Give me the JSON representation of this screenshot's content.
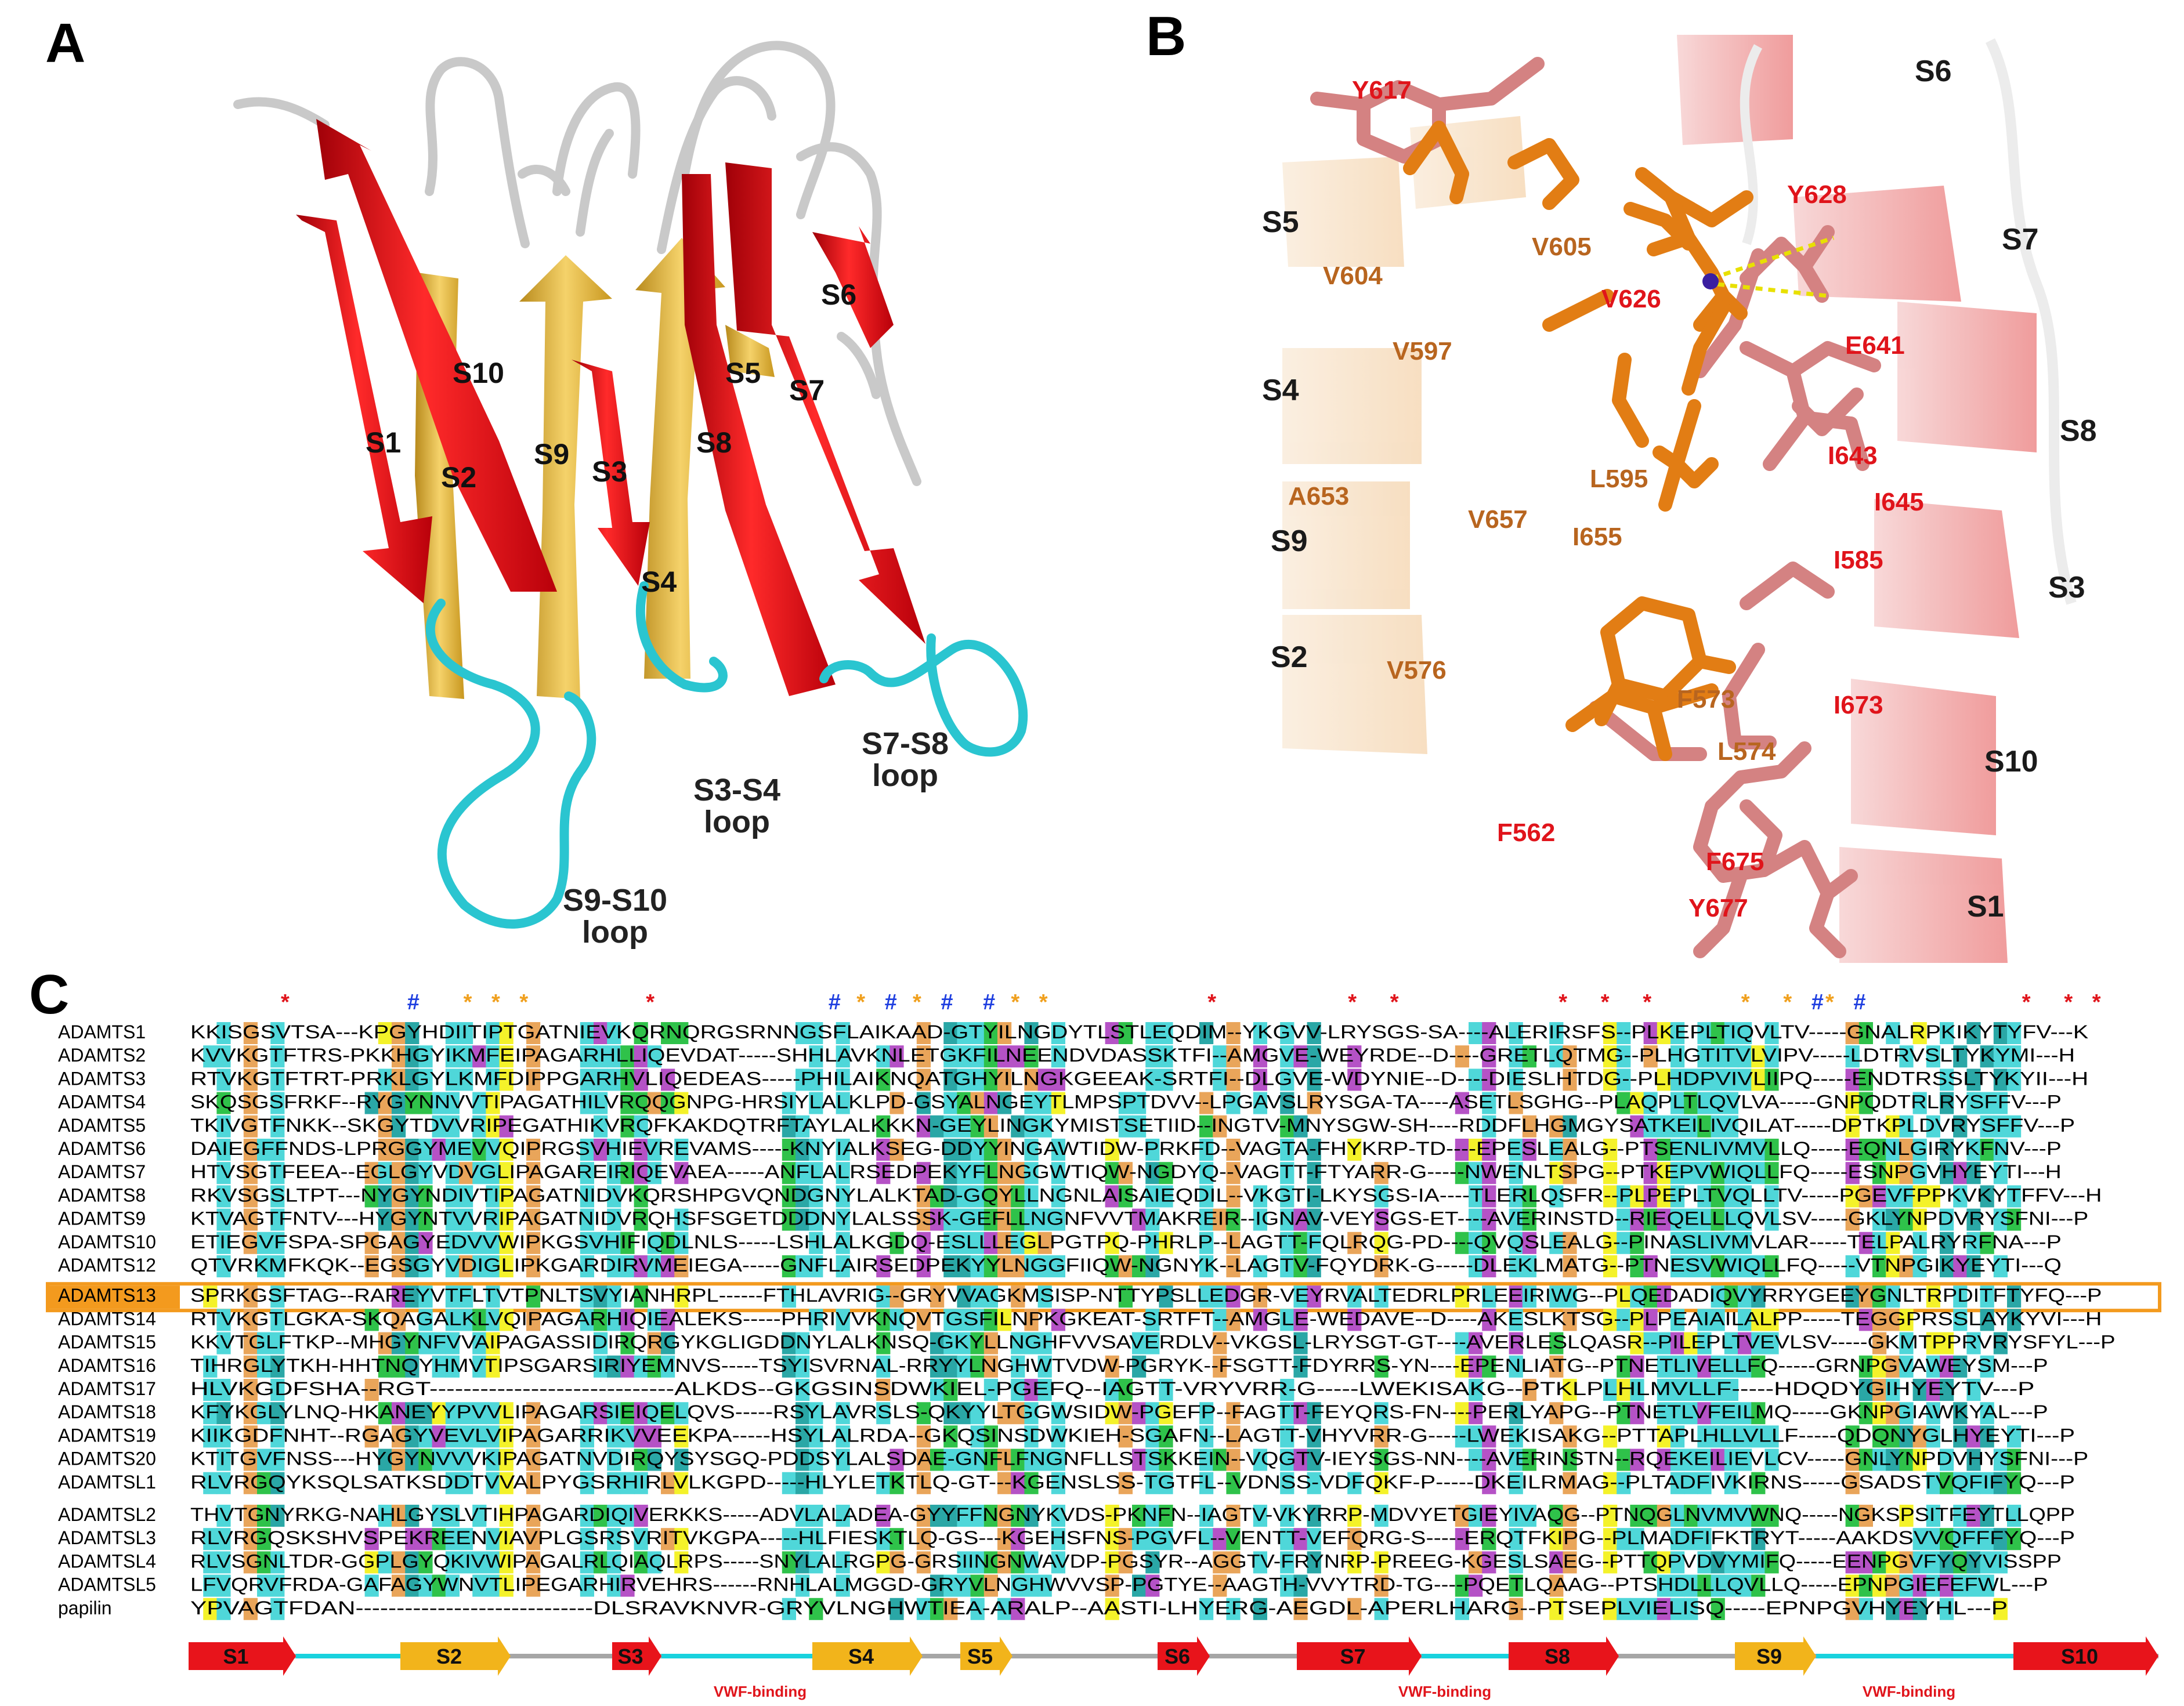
{
  "figure": {
    "panel_letters": [
      "A",
      "B",
      "C"
    ]
  },
  "panelA": {
    "strand_labels": [
      "S1",
      "S2",
      "S3",
      "S4",
      "S5",
      "S6",
      "S7",
      "S8",
      "S9",
      "S10"
    ],
    "loop_labels": [
      {
        "line1": "S3-S4",
        "line2": "loop"
      },
      {
        "line1": "S7-S8",
        "line2": "loop"
      },
      {
        "line1": "S9-S10",
        "line2": "loop"
      }
    ],
    "colors": {
      "strand_red": "#e8141b",
      "strand_yellow": "#e8b93a",
      "coil_gray": "#c8c8c8",
      "loop_cyan": "#29c8d4"
    }
  },
  "panelB": {
    "strand_labels": [
      "S6",
      "S5",
      "S7",
      "S4",
      "S8",
      "S9",
      "S3",
      "S2",
      "S10",
      "S1"
    ],
    "red_residues": [
      "Y617",
      "Y628",
      "V626",
      "E641",
      "I643",
      "I645",
      "I585",
      "I673",
      "F562",
      "F675",
      "Y677"
    ],
    "orange_residues": [
      "V605",
      "V604",
      "V597",
      "L595",
      "A653",
      "V657",
      "I655",
      "V576",
      "F573",
      "L574"
    ],
    "colors": {
      "red_label": "#e0141b",
      "orange_label": "#b8651f",
      "orange_stick": "#e27d14",
      "pink_stick": "#d98080",
      "hbond": "#e8e000"
    }
  },
  "panelC": {
    "sequences": [
      {
        "name": "ADAMTS1",
        "seq": "KKISGSVTSA---KPGYHDIITIPTGATNIEVKQRNQRGSRNNGSFLAIKAAD-GTYILNGDYTLSTLEQDIM--YKGVV-LRYSGS-SA----ALERIRSFS--PLKEPLTIQVLTV-----GNALRPKIKYTYFV---K"
      },
      {
        "name": "ADAMTS2",
        "seq": "KVVKGTFTRS-PKKHGYIKMFEIPAGARHLLIQEVDAT-----SHHLAVKNLETGKFILNEENDVDASSKTFI--AMGVE-WEYRDE--D----GRETLQTMG--PLHGTITVLVIPV-----LDTRVSLTYKYMI---H"
      },
      {
        "name": "ADAMTS3",
        "seq": "RTVKGTFTRT-PRKLGYLKMFDIPPGARHVLIQEDEAS-----PHILAIKNQATGHYILNGKGEEAK-SRTFI--DLGVE-WDYNIE--D----DIESLHTDG--PLHDPVIVLIIPQ-----ENDTRSSLTYKYII---H"
      },
      {
        "name": "ADAMTS4",
        "seq": "SKQSGSFRKF--RYGYNNVVTIPAGATHILVRQQGNPG-HRSIYLALKLPD-GSYALNGEYTLMPSPTDVV--LPGAVSLRYSGA-TA----ASETLSGHG--PLAQPLTLQVLVA-----GNPQDTRLRYSFFV---P"
      },
      {
        "name": "ADAMTS5",
        "seq": "TKIVGTFNKK--SKGYTDVVRIPEGATHIKVRQFKAKDQTRFTAYLALKKKN-GEYLINGKYMISTSETIID--INGTV-MNYSGW-SH----RDDFLHGMGYSATKEILIVQILAT-----DPTKPLDVRYSFFV---P"
      },
      {
        "name": "ADAMTS6",
        "seq": "DAIEGFFNDS-LPRGGYMEVVQIPRGSVHIEVREVAMS-----KNYIALKSEG-DDYYINGAWTIDW-PRKFD--VAGTA-FHYKRP-TD----EPESLEALG--PTSENLIVMVLLQ-----EQNLGIRYKFNV---P"
      },
      {
        "name": "ADAMTS7",
        "seq": "HTVSGTFEEA--EGLGYVDVGLIPAGAREIRIQEVAEA-----ANFLALRSEDPEKYFLNGGWTIQW-NGDYQ--VAGTT-FTYARR-G-----NWENLTSPG--PTKEPVWIQLLFQ-----ESNPGVHYEYTI---H"
      },
      {
        "name": "ADAMTS8",
        "seq": "RKVSGSLTPT---NYGYNDIVTIPAGATNIDVKQRSHPGVQNDGNYLALKTAD-GQYLLNGNLAISAIEQDIL--VKGTI-LKYSGS-IA----TLERLQSFR--PLPEPLTVQLLTV-----PGEVFPPKVKYTFFV---H"
      },
      {
        "name": "ADAMTS9",
        "seq": "KTVAGTFNTV---HYGYNTVVRIPAGATNIDVRQHSFSGETDDDNYLALSSSK-GEFLLNGNFVVTMAKREIR--IGNAV-VEYSGS-ET----AVERINSTD--RIEQELLLQVLSV-----GKLYNPDVRYSFNI---P"
      },
      {
        "name": "ADAMTS10",
        "seq": "ETIEGVFSPA-SPGAGYEDVVWIPKGSVHIFIQDLNLS-----LSHLALKGDQ-ESLLLEGLPGTPQ-PHRLP--LAGTT-FQLRQG-PD----QVQSLEALG--PINASLIVMVLAR-----TELPALRYRFNA---P"
      },
      {
        "name": "ADAMTS12",
        "seq": "QTVRKMFKQK--EGSGYVDIGLIPKGARDIRVMEIEGA-----GNFLAIRSEDPEKYYLNGGFIIQW-NGNYK--LAGTV-FQYDRK-G-----DLEKLMATG--PTNESVWIQLLFQ-----VTNPGIKYEYTI---Q"
      },
      {
        "name": "ADAMTS13",
        "seq": "SPRKGSFTAG--RAREYVTFLTVTPNLTSVYIANHRPL------FTHLAVRIG--GRYVVAGKMSISP-NTTYPSLLEDGR-VEYRVALTEDRLPRLEEIRIWG--PLQEDADIQVYRRYGEEYGNLTRPDITFTYFQ---P"
      },
      {
        "name": "ADAMTS14",
        "seq": "RTVKGTLGKA-SKQAGALKLVQIPAGARHIQIEALEKS-----PHRIVVKNQVTGSFILNPKGKEAT-SRTFT--AMGLE-WEDAVE--D----AKESLKTSG--PLPEAIAILALPP-----TEGGPRSSLAYKYVI---H"
      },
      {
        "name": "ADAMTS15",
        "seq": "KKVTGLFTKP--MHGYNFVVAIPAGASSIDIRQRGYKGLIGDDNYLALKNSQ-GKYLLNGHFVVSAVERDLV--VKGSL-LRYSGT-GT----AVERLESLQASR--PILEPLTVEVLSV-----GKMTPPRVRYSFYL---P"
      },
      {
        "name": "ADAMTS16",
        "seq": "TIHRGLYTKH-HHTNQYHMVTIPSGARSIRIYEMNVS-----TSYISVRNAL-RRYYLNGHWTVDW-PGRYK--FSGTT-FDYRRS-YN----EPENLIATG--PTNETLIVELLFQ-----GRNPGVAWEYSM---P"
      },
      {
        "name": "ADAMTS17",
        "seq": "HLVKGDFSHA--RGT-----------------------------ALKDS--GKGSINSDWKIEL-PGEFQ--IAGTT-VRYVRR-G-----LWEKISAKG--PTKLPLHLMVLLF-----HDQDYGIHYEYTV---P"
      },
      {
        "name": "ADAMTS18",
        "seq": "KFYKGLYLNQ-HKANEYYPVVLIPAGARSIEIQELQVS-----RSYLAVRSLS-QKYYLTGGWSIDW-PGEFP--FAGTT-FEYQRS-FN----PERLYAPG--PTNETLVFEILMQ-----GKNPGIAWKYAL---P"
      },
      {
        "name": "ADAMTS19",
        "seq": "KIIKGDFNHT--RGAGYVEVLVIPAGARRIKVVEEKPA-----HSYLALRDA--GKQSINSDWKIEH-SGAFN--LAGTT-VHYVRR-G-----LWEKISAKG--PTTAPLHLLVLLF-----QDQNYGLHYEYTI---P"
      },
      {
        "name": "ADAMTS20",
        "seq": "KTITGVFNSS---HYGYNVVVKIPAGATNVDIRQYSYSGQ-PDDSYLALSDAE-GNFLFNGNFLLSTSKKEIN--VQGTV-IEYSGS-NN----AVERINSTN--RQEKEILIEVLCV-----GNLYNPDVHYSFNI---P"
      },
      {
        "name": "ADAMTSL1",
        "seq": "RLVRGQYKSQLSATKSDDTVVALPYGSRHIRLVLKGPD-----HLYLETKTLQ-GT---KGENSLSS-TGTFL--VDNSS-VDFQKF-P-----DKEILRMAG--PLTADFIVKIRNS-----GSADSTVQFIFYQ---P"
      },
      {
        "name": "ADAMTSL2",
        "seq": "THVTGNYRKG-NAHLGYSLVTIHPAGARDIQIVERKKS-----ADVLALADEA-GYYFFNGNYKVDS-PKNFN--IAGTV-VKYRRP-MDVYETGIEYIVAQG--PTNQGLNVMVWNQ-----NGKSPSITFEYTLLQPP"
      },
      {
        "name": "ADAMTSL3",
        "seq": "RLVRGQSKSHVSPEKREENVIAVPLGSRSVRITVKGPA-----HLFIESKTLQ-GS---KGEHSFNS-PGVFL--VENTT-VEFQRG-S-----ERQTFKIPG--PLMADFIFKTRYT-----AAKDSVVQFFFYQ---P"
      },
      {
        "name": "ADAMTSL4",
        "seq": "RLVSGNLTDR-GGPLGYQKIVWIPAGALRLQIAQLRPS-----SNYLALRGPG-GRSIINGNWAVDP-PGSYR--AGGTV-FRYNRP-PREEG-KGESLSAEG--PTTQPVDVYMIFQ-----EENPGVFYQYVISSPP"
      },
      {
        "name": "ADAMTSL5",
        "seq": "LFVQRVFRDA-GAFAGYWNVTLIPEGARHIRVEHRS------RNHLALMGGD-GRYVLNGHWVVSP-PGTYE--AAGTH-VVYTRD-TG----PQETLQAAG--PTSHDLLLQVLLQ-----EPNPGIEFEFWL---P"
      },
      {
        "name": "papilin",
        "seq": "YPVAGTFDAN-----------------------------DLSRAVKNVR-GRYVLNGHWTIEA-ARALP--AASTI-LHYERG-AEGDL-APERLHARG--PTSEPLVIELISQ-----EPNPGVHYEYHL---P"
      }
    ],
    "highlight_row": "ADAMTS13",
    "markers": {
      "star": "*",
      "hash": "#"
    },
    "topology": [
      "S1",
      "S2",
      "S3",
      "S4",
      "S5",
      "S6",
      "S7",
      "S8",
      "S9",
      "S10"
    ],
    "vwf_label": "VWF-binding",
    "colors": {
      "cyan": "#4fd7d9",
      "teal": "#2aa7a6",
      "green": "#2fc24a",
      "yellow": "#f4f22a",
      "orange": "#e9a55a",
      "purple": "#b552c6",
      "red_marker": "#e0141b",
      "blue_marker": "#1f3fe0",
      "orange_marker": "#f0a01e",
      "highlight": "#f39a1e",
      "topo_red": "#e8141b",
      "topo_yellow": "#f2b41b",
      "topo_cyan": "#19d2de",
      "topo_gray": "#a6a6a6"
    }
  }
}
